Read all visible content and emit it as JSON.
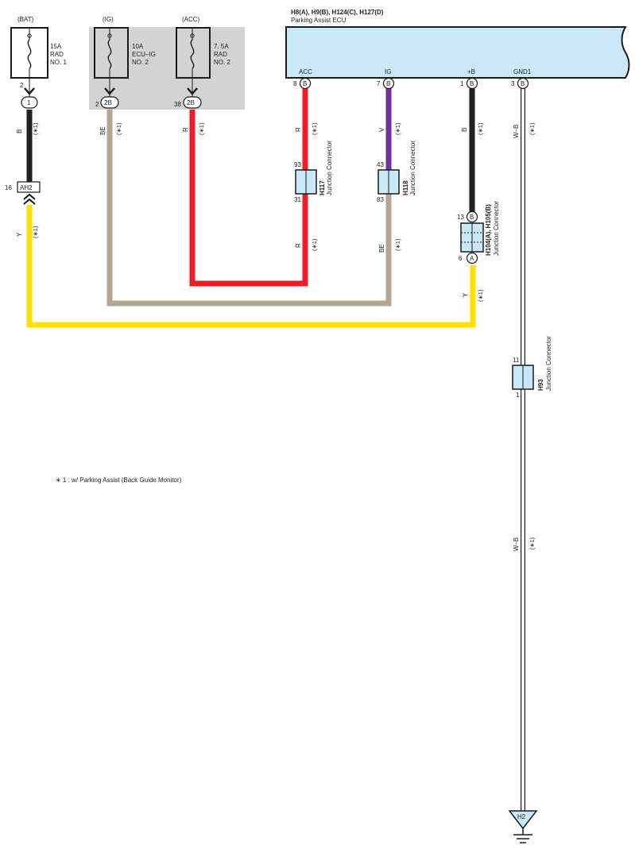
{
  "fuses": [
    {
      "group": "(BAT)",
      "rating": "15A",
      "name1": "RAD",
      "name2": "NO. 1",
      "pin": "2",
      "connector": "1"
    },
    {
      "group": "(IG)",
      "rating": "10A",
      "name1": "ECU–IG",
      "name2": "NO. 2",
      "pin": "2",
      "connector": "2B"
    },
    {
      "group": "(ACC)",
      "rating": "7. 5A",
      "name1": "RAD",
      "name2": "NO. 2",
      "pin": "38",
      "connector": "2B"
    }
  ],
  "ecu": {
    "connectors": "H8(A), H9(B), H124(C), H127(D)",
    "name": "Parking Assist ECU",
    "terminals": [
      {
        "label": "ACC",
        "pin": "8",
        "conn": "B"
      },
      {
        "label": "IG",
        "pin": "7",
        "conn": "B"
      },
      {
        "label": "+B",
        "pin": "1",
        "conn": "B"
      },
      {
        "label": "GND1",
        "pin": "3",
        "conn": "B"
      }
    ]
  },
  "junctions": {
    "h117": {
      "id": "H117",
      "desc": "Junction Connector",
      "pin_top": "93",
      "pin_bottom": "31"
    },
    "h118": {
      "id": "H118",
      "desc": "Junction Connector",
      "pin_top": "43",
      "pin_bottom": "83"
    },
    "h104": {
      "id": "H104(A), H105(B)",
      "desc": "Junction Connector",
      "pin_top": "13",
      "conn_top": "B",
      "pin_bottom": "6",
      "conn_bottom": "A"
    },
    "h93": {
      "id": "H93",
      "desc": "Junction Connector",
      "pin_top": "11",
      "pin_bottom": "1"
    }
  },
  "connector_ah2": {
    "pin": "16",
    "name": "AH2"
  },
  "wires": {
    "bat_b": "B",
    "ig_be": "BE",
    "acc_r": "R",
    "ecu_acc_r": "R",
    "ecu_acc_r2": "R",
    "ecu_ig_v": "V",
    "ecu_ig_be": "BE",
    "ecu_b": "B",
    "ecu_y": "Y",
    "bat_y": "Y",
    "gnd_wb": "W–B",
    "gnd_wb2": "W–B",
    "option": "(∗1)"
  },
  "ground": {
    "name": "H2"
  },
  "note": "∗ 1 : w/ Parking Assist (Back Guide Monitor)",
  "colors": {
    "B": "#231f20",
    "BE": "#b5a595",
    "R": "#ee1c25",
    "V": "#7030a0",
    "Y": "#ffe000",
    "W-B": "#ffffff",
    "connector_fill": "#c9e9f8",
    "fuse_area": "#d3d3d3"
  }
}
